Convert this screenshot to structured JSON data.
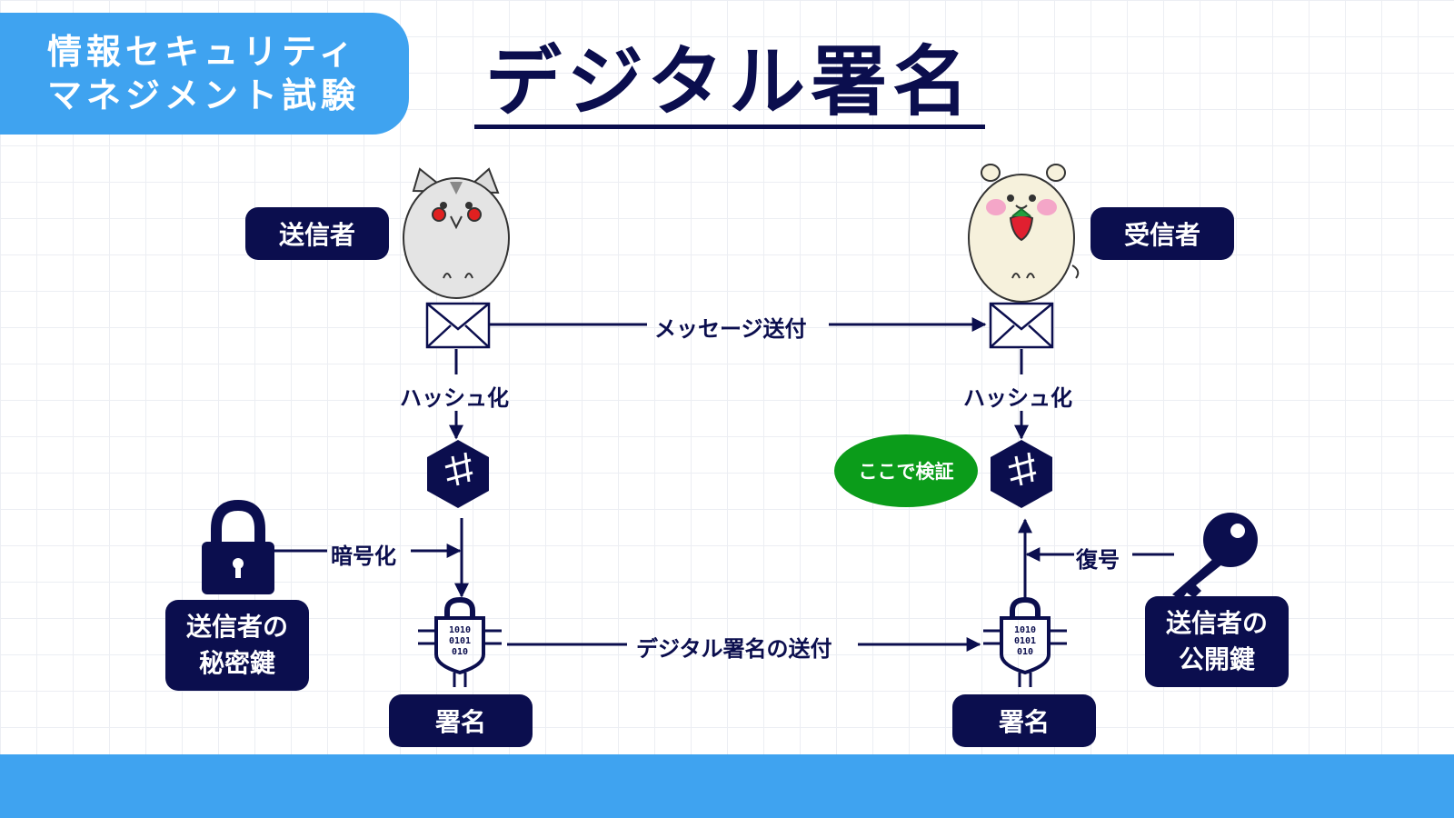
{
  "header": {
    "exam_line1": "情報セキュリティ",
    "exam_line2": "マネジメント試験",
    "title": "デジタル署名"
  },
  "roles": {
    "sender": "送信者",
    "receiver": "受信者"
  },
  "steps": {
    "send_message": "メッセージ送付",
    "hash_left": "ハッシュ化",
    "hash_right": "ハッシュ化",
    "encrypt": "暗号化",
    "decrypt": "復号",
    "send_signature": "デジタル署名の送付",
    "verify_here": "ここで検証"
  },
  "keys": {
    "private_line1": "送信者の",
    "private_line2": "秘密鍵",
    "public_line1": "送信者の",
    "public_line2": "公開鍵"
  },
  "signature": {
    "left": "署名",
    "right": "署名",
    "binary_row1": "1010",
    "binary_row2": "0101",
    "binary_row3": "010"
  },
  "colors": {
    "navy": "#0b0e4e",
    "accent_blue": "#3fa3f0",
    "verify_green": "#0b9c1a",
    "grid": "#eceef3"
  },
  "icons": [
    "cat-sender-illustration",
    "hamster-receiver-illustration",
    "envelope-icon",
    "hash-cube-icon",
    "padlock-icon",
    "key-icon",
    "digital-lock-icon"
  ]
}
